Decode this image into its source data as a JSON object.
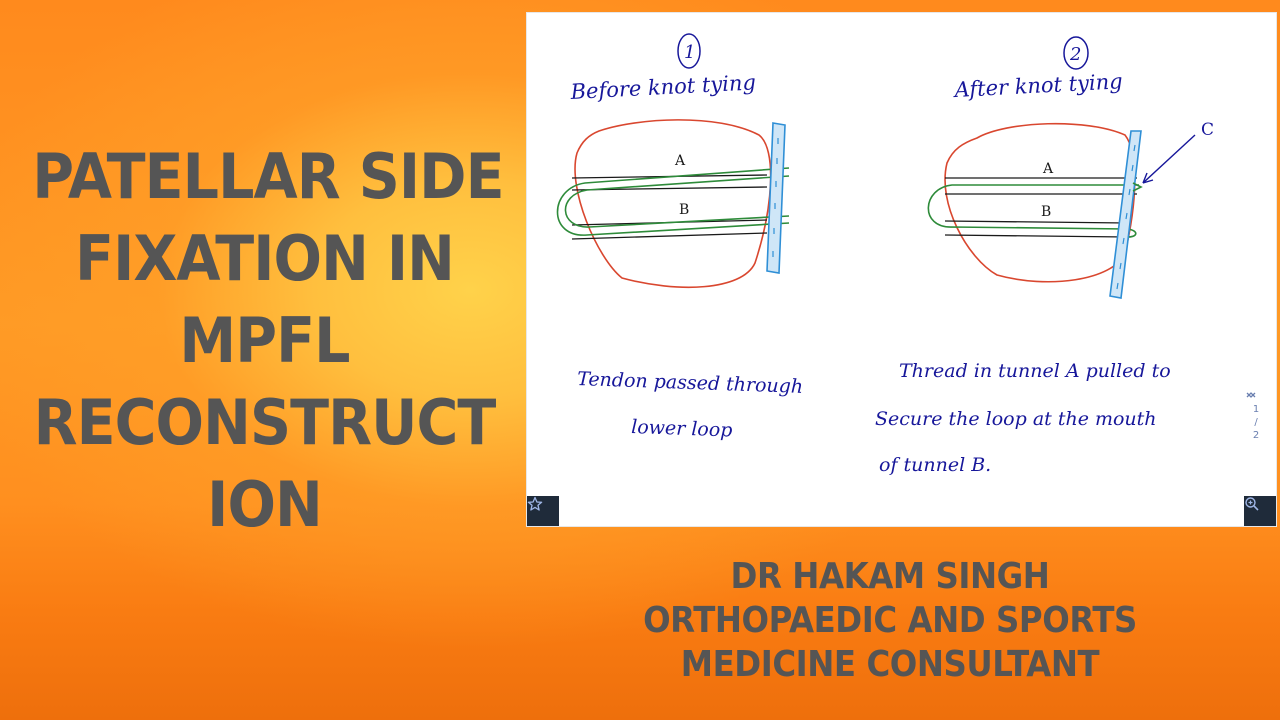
{
  "title_lines": [
    "PATELLAR SIDE",
    "FIXATION IN",
    "MPFL",
    "RECONSTRUCT",
    "ION"
  ],
  "diagram": {
    "panel1": {
      "number": "1",
      "heading": "Before knot tying",
      "label_a": "A",
      "label_b": "B",
      "caption_line1": "Tendon passed through",
      "caption_line2": "lower loop"
    },
    "panel2": {
      "number": "2",
      "heading": "After knot tying",
      "label_a": "A",
      "label_b": "B",
      "label_c": "C",
      "caption_line1": "Thread in tunnel A pulled to",
      "caption_line2": "Secure the loop at the mouth",
      "caption_line3": "of tunnel B."
    },
    "colors": {
      "patella_outline": "#d9472f",
      "tunnel": "#1a1a1a",
      "suture": "#2e8b3a",
      "tendon": "#2f8fd6",
      "handwriting": "#17179a"
    }
  },
  "viewer": {
    "page_up_icon": "chevron-up-icon",
    "page_current": "1",
    "page_separator": "/",
    "page_total": "2",
    "page_down_icon": "chevron-down-icon",
    "star_icon": "star-icon",
    "zoom_icon": "zoom-in-icon"
  },
  "author_lines": [
    "DR HAKAM SINGH",
    "ORTHOPAEDIC AND SPORTS",
    "MEDICINE CONSULTANT"
  ]
}
